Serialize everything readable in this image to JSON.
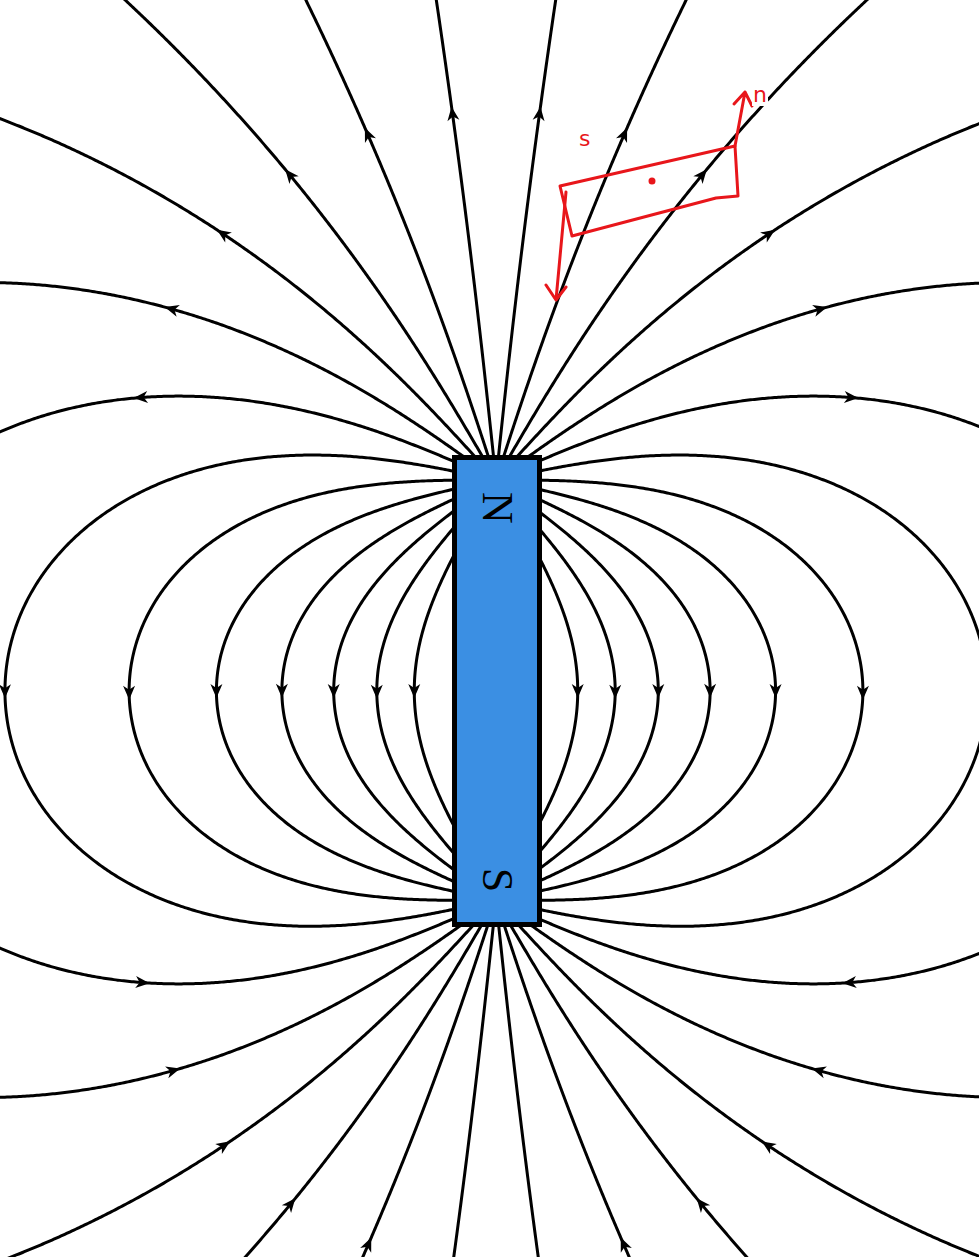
{
  "diagram": {
    "nodes": [
      {
        "text": [
          "N",
          "S"
        ]
      }
    ],
    "labels": [
      "s",
      "n"
    ]
  }
}
